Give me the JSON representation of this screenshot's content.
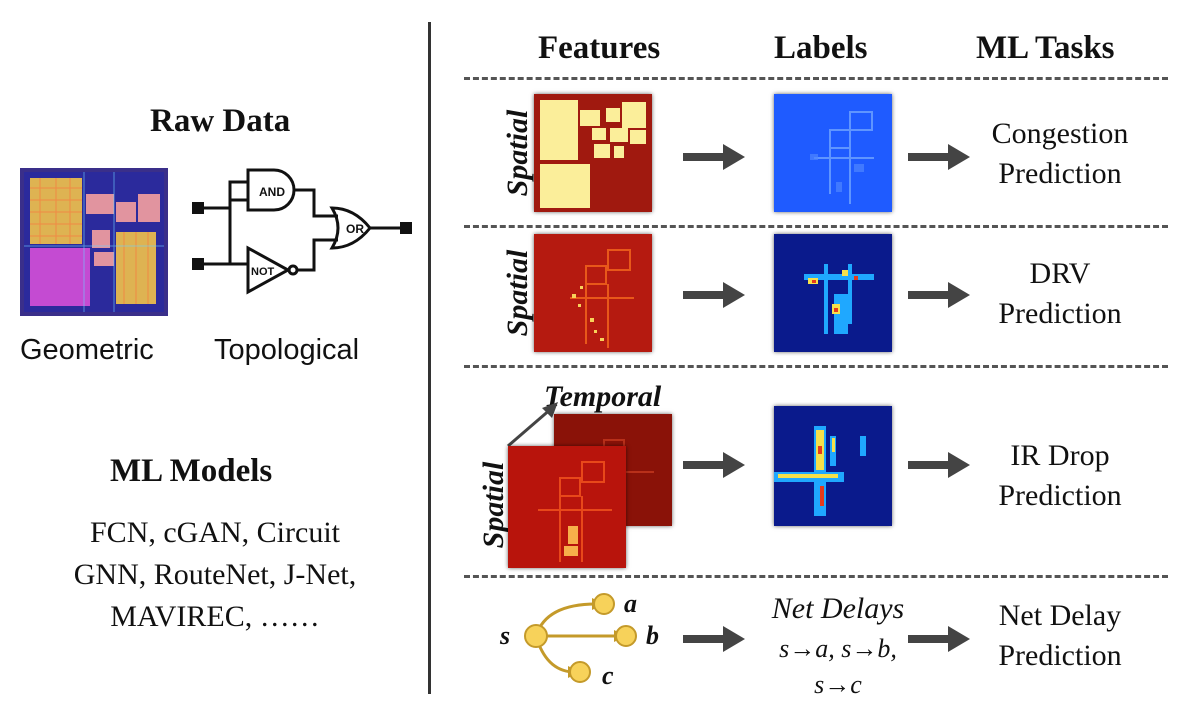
{
  "left": {
    "raw_data_title": "Raw Data",
    "gates": {
      "and": "AND",
      "or": "OR",
      "not": "NOT"
    },
    "geometric_label": "Geometric",
    "topological_label": "Topological",
    "ml_models_title": "ML Models",
    "ml_models_lines": [
      "FCN, cGAN, Circuit",
      "GNN, RouteNet, J-Net,",
      "MAVIREC, ……"
    ]
  },
  "header": {
    "features": "Features",
    "labels": "Labels",
    "ml_tasks": "ML Tasks"
  },
  "rows": [
    {
      "feature_axis": "Spatial",
      "task_lines": [
        "Congestion",
        "Prediction"
      ]
    },
    {
      "feature_axis": "Spatial",
      "task_lines": [
        "DRV",
        "Prediction"
      ]
    },
    {
      "feature_axis": "Spatial",
      "temporal_axis": "Temporal",
      "task_lines": [
        "IR Drop",
        "Prediction"
      ]
    },
    {
      "graph_nodes": {
        "source": "s",
        "a": "a",
        "b": "b",
        "c": "c"
      },
      "label_title": "Net Delays",
      "label_lines": [
        "s→a, s→b,",
        "s→c"
      ],
      "task_lines": [
        "Net Delay",
        "Prediction"
      ]
    }
  ],
  "colors": {
    "feature_red": "#a0190f",
    "label_blue": "#1f5bff",
    "node_yellow": "#f7d25a",
    "arrow": "#444444"
  }
}
